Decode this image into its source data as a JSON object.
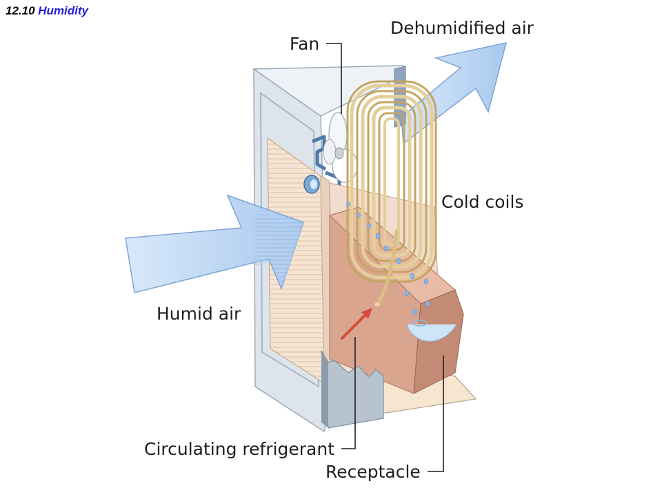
{
  "header": {
    "number": "12.10",
    "title": "Humidity"
  },
  "diagram": {
    "labels": {
      "fan": "Fan",
      "dehumidified_air": "Dehumidified air",
      "cold_coils": "Cold coils",
      "humid_air": "Humid air",
      "circulating_refrigerant": "Circulating refrigerant",
      "receptacle": "Receptacle"
    },
    "colors": {
      "air_arrow": "#c3daf5",
      "refrigerant_arrow": "#d84a3a",
      "coils": "#e4cf9b",
      "housing": "#d8dfe8",
      "receptacle": "#c89a84",
      "filter": "#f2dcc8",
      "water_drops": "#8ab7e3"
    }
  }
}
